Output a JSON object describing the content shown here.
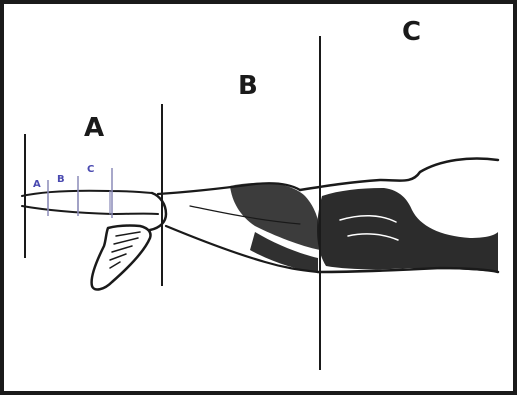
{
  "diagram": {
    "zone_labels": {
      "a": "A",
      "b": "B",
      "c": "C"
    },
    "subzone_labels": {
      "a": "A",
      "b": "B",
      "c": "C"
    },
    "colors": {
      "ink": "#1a1a1a",
      "subzone_text": "#4a4ab0",
      "subzone_lines": "#8a8ab8",
      "background": "#ffffff"
    }
  }
}
